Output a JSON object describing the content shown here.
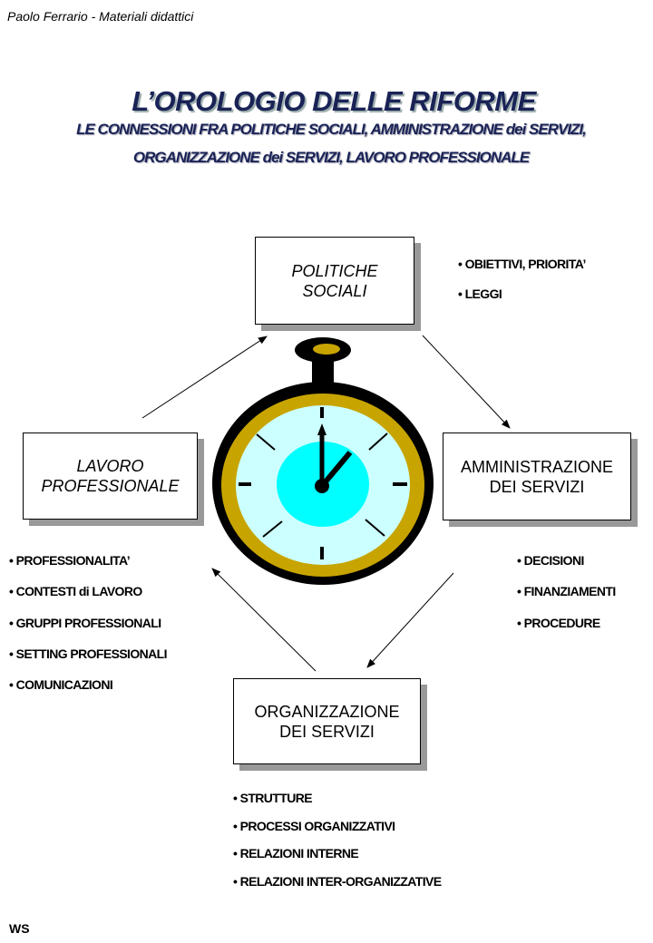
{
  "header": "Paolo Ferrario - Materiali didattici",
  "title": "L’OROLOGIO DELLE RIFORME",
  "subtitle_line1": "LE CONNESSIONI FRA POLITICHE SOCIALI, AMMINISTRAZIONE dei SERVIZI,",
  "subtitle_line2": "ORGANIZZAZIONE dei SERVIZI, LAVORO PROFESSIONALE",
  "boxes": {
    "politiche": {
      "line1": "POLITICHE",
      "line2": "SOCIALI",
      "items": [
        "• OBIETTIVI, PRIORITA’",
        "•  LEGGI"
      ]
    },
    "amministrazione": {
      "line1": "AMMINISTRAZIONE",
      "line2": "DEI SERVIZI",
      "items": [
        "•  DECISIONI",
        "•  FINANZIAMENTI",
        "•  PROCEDURE"
      ]
    },
    "organizzazione": {
      "line1": "ORGANIZZAZIONE",
      "line2": "DEI SERVIZI",
      "items": [
        "•  STRUTTURE",
        "•  PROCESSI ORGANIZZATIVI",
        "• RELAZIONI INTERNE",
        "• RELAZIONI INTER-ORGANIZZATIVE"
      ]
    },
    "lavoro": {
      "line1": "LAVORO",
      "line2": "PROFESSIONALE",
      "items": [
        "•  PROFESSIONALITA’",
        "•  CONTESTI di LAVORO",
        "•  GRUPPI PROFESSIONALI",
        "•  SETTING PROFESSIONALI",
        "•  COMUNICAZIONI"
      ]
    }
  },
  "footer": "WS",
  "colors": {
    "title": "#1a2356",
    "gold": "#c8a400",
    "face": "#ccffff",
    "inner": "#00ffff"
  }
}
